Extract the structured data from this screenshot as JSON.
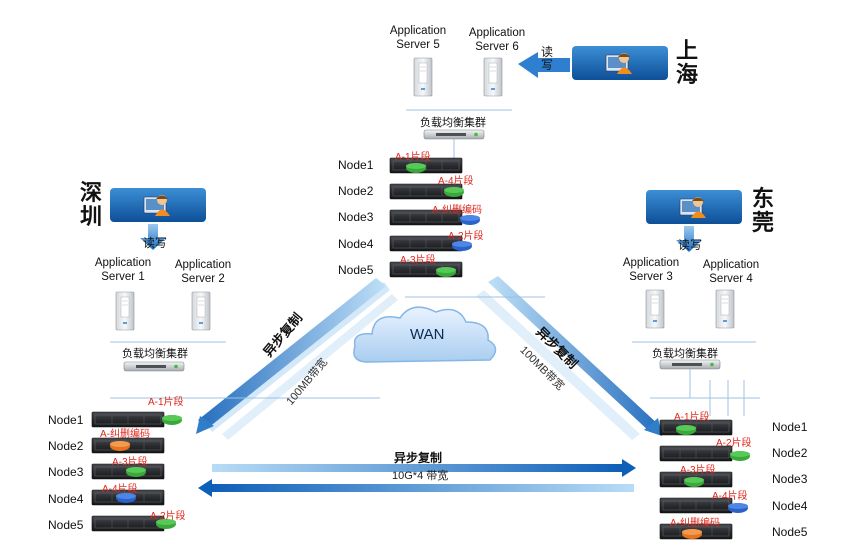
{
  "cities": {
    "shanghai": "上海",
    "shenzhen": "深圳",
    "dongguan": "东莞"
  },
  "rw_label": "读写",
  "wan_label": "WAN",
  "lb_label": "负载均衡集群",
  "async_label": "异步复制",
  "wan_bw_label": "100MB带宽",
  "local_bw_label": "10G*4 带宽",
  "top": {
    "app_servers": [
      "Application Server 5",
      "Application Server 6"
    ],
    "nodes": [
      "Node1",
      "Node2",
      "Node3",
      "Node4",
      "Node5"
    ],
    "shards": [
      "A-1片段",
      "A-4片段",
      "A-纠删编码",
      "A-2片段",
      "A-3片段"
    ]
  },
  "left": {
    "app_servers": [
      "Application Server 1",
      "Application Server 2"
    ],
    "nodes": [
      "Node1",
      "Node2",
      "Node3",
      "Node4",
      "Node5"
    ],
    "shards": [
      "A-1片段",
      "A-纠删编码",
      "A-3片段",
      "A-4片段",
      "A-2片段"
    ]
  },
  "right": {
    "app_servers": [
      "Application Server 3",
      "Application Server 4"
    ],
    "nodes": [
      "Node1",
      "Node2",
      "Node3",
      "Node4",
      "Node5"
    ],
    "shards": [
      "A-1片段",
      "A-2片段",
      "A-3片段",
      "A-4片段",
      "A-纠删编码"
    ]
  },
  "colors": {
    "arrow_blue": "#1a7fd4",
    "user_box": "#1565b0",
    "shard_text": "#e0261b",
    "disk_green": "#3aa83a",
    "disk_blue": "#2a62c9",
    "disk_orange": "#e8731e"
  },
  "icons": [
    "user-at-computer-icon",
    "server-tower-icon",
    "load-balancer-icon",
    "rack-server-icon",
    "cloud-icon",
    "arrow-icon"
  ]
}
